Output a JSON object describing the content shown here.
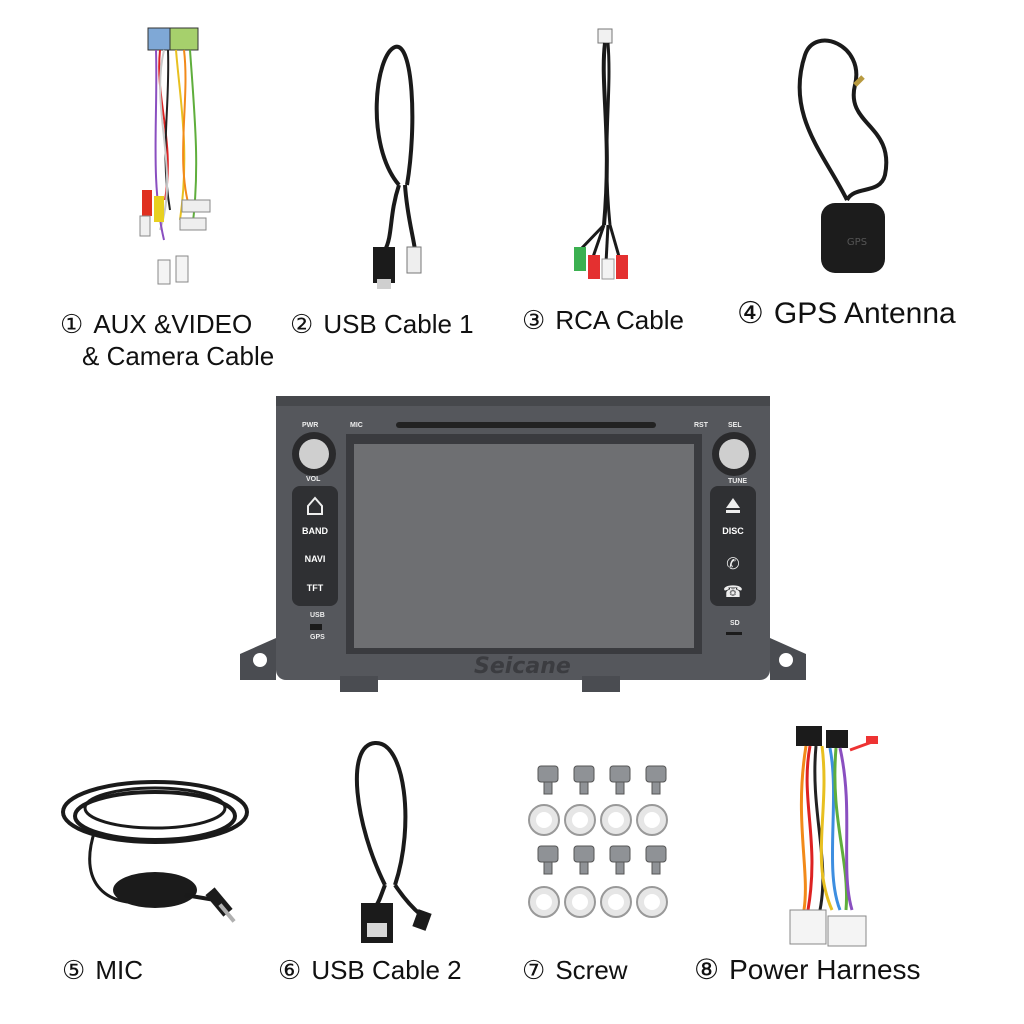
{
  "unit": {
    "brand": "Seicane",
    "labels": {
      "pwr": "PWR",
      "mic": "MIC",
      "rst": "RST",
      "sel": "SEL",
      "vol": "VOL",
      "tune": "TUNE",
      "usb": "USB",
      "gps": "GPS",
      "sd": "SD"
    },
    "left_buttons": [
      "BAND",
      "NAVI",
      "TFT"
    ],
    "right_buttons": [
      "DISC"
    ]
  },
  "accessories": [
    {
      "number": "①",
      "label": "AUX &VIDEO",
      "label2": "& Camera  Cable"
    },
    {
      "number": "②",
      "label": "USB Cable 1"
    },
    {
      "number": "③",
      "label": "RCA Cable"
    },
    {
      "number": "④",
      "label": "GPS Antenna"
    },
    {
      "number": "⑤",
      "label": "MIC"
    },
    {
      "number": "⑥",
      "label": "USB Cable 2"
    },
    {
      "number": "⑦",
      "label": "Screw"
    },
    {
      "number": "⑧",
      "label": "Power Harness"
    }
  ],
  "gps_antenna_mark": "GPS",
  "colors": {
    "unit_body": "#55575c",
    "screen": "#6e6f72",
    "cable": "#1a1a1a"
  }
}
